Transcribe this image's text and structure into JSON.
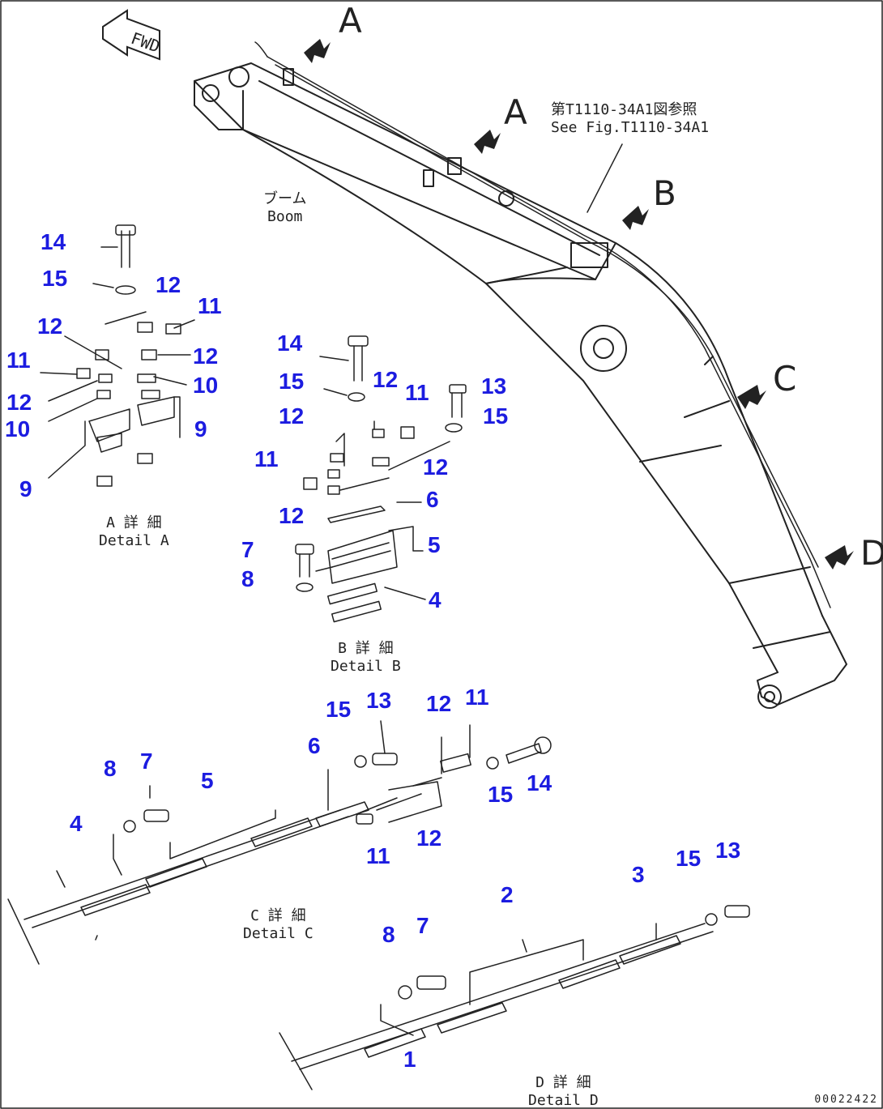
{
  "direction_marker": "FWD",
  "view_letters": [
    "A",
    "A",
    "B",
    "C",
    "D"
  ],
  "boom_label": {
    "jp": "ブーム",
    "en": "Boom"
  },
  "reference": {
    "jp": "第T1110-34A1図参照",
    "en": "See Fig.T1110-34A1"
  },
  "details": {
    "A": {
      "jp": "A 詳 細",
      "en": "Detail A"
    },
    "B": {
      "jp": "B 詳 細",
      "en": "Detail B"
    },
    "C": {
      "jp": "C 詳 細",
      "en": "Detail C"
    },
    "D": {
      "jp": "D 詳 細",
      "en": "Detail D"
    }
  },
  "callouts": {
    "detail_a": [
      "14",
      "15",
      "12",
      "11",
      "12",
      "11",
      "12",
      "12",
      "10",
      "10",
      "9",
      "9"
    ],
    "detail_b": [
      "14",
      "15",
      "12",
      "11",
      "13",
      "15",
      "12",
      "11",
      "12",
      "12",
      "6",
      "5",
      "7",
      "8",
      "4"
    ],
    "detail_c": [
      "15",
      "13",
      "12",
      "11",
      "6",
      "8",
      "7",
      "5",
      "4",
      "15",
      "14",
      "11",
      "12"
    ],
    "detail_d": [
      "15",
      "13",
      "3",
      "2",
      "8",
      "7",
      "1"
    ]
  },
  "drawing_code": "00022422",
  "colors": {
    "callout": "#1c1ce0",
    "line": "#222222",
    "background": "#ffffff"
  }
}
